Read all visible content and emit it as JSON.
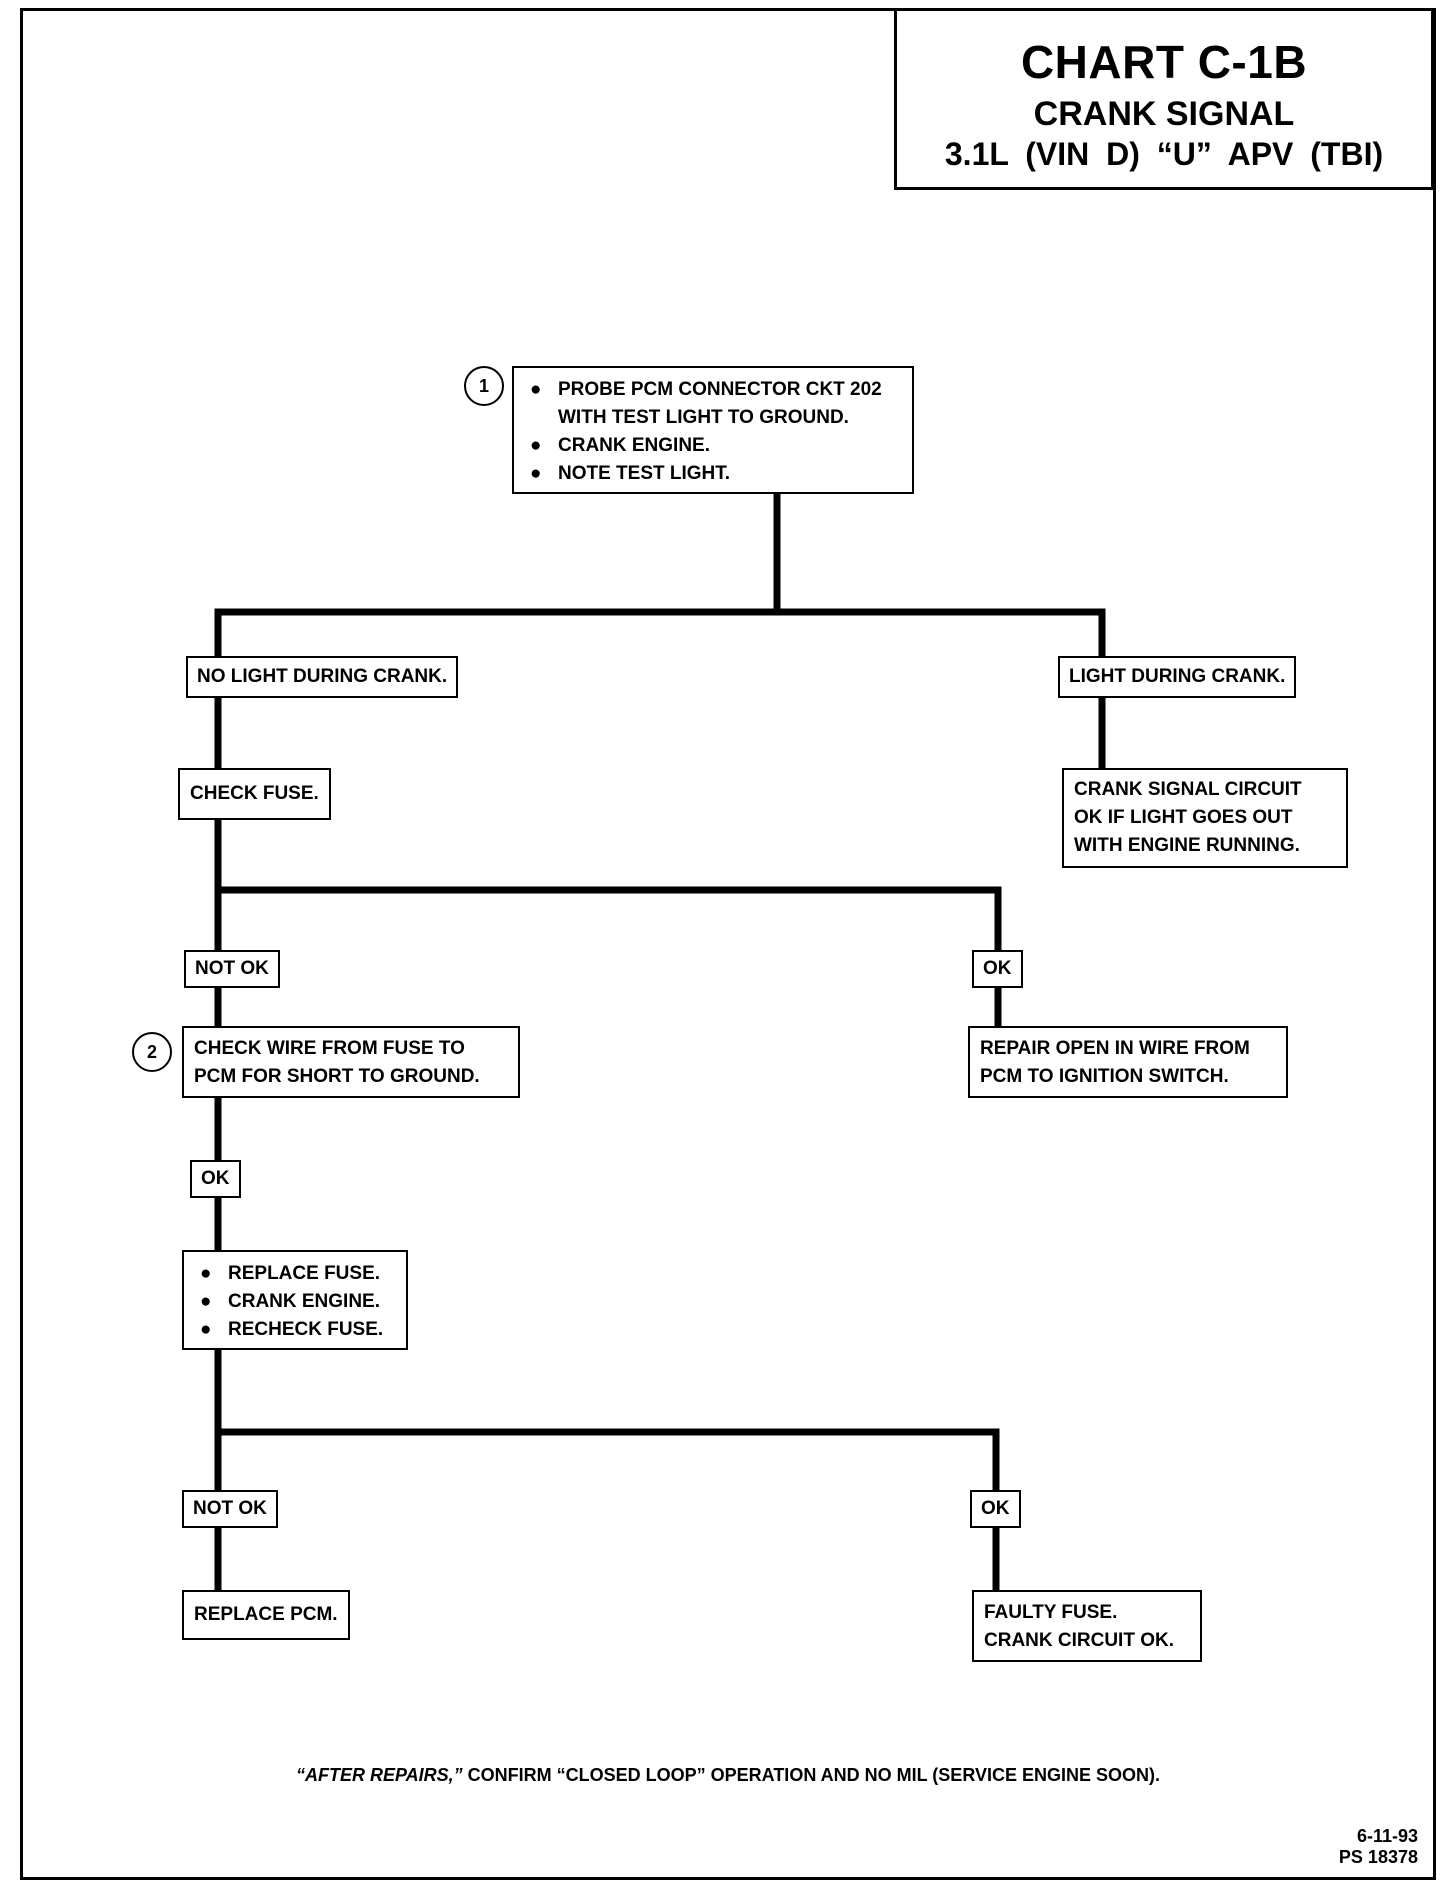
{
  "header": {
    "title": "CHART C-1B",
    "subtitle": "CRANK SIGNAL",
    "vehicle": "3.1L (VIN D) “U” APV (TBI)"
  },
  "steps": {
    "step1_number": "1",
    "step1_items": [
      "PROBE PCM CONNECTOR CKT 202",
      "WITH TEST LIGHT TO GROUND.",
      "CRANK ENGINE.",
      "NOTE TEST LIGHT."
    ],
    "no_light": "NO LIGHT DURING CRANK.",
    "light": "LIGHT DURING CRANK.",
    "crank_ok": [
      "CRANK SIGNAL CIRCUIT",
      "OK IF LIGHT GOES OUT",
      "WITH ENGINE RUNNING."
    ],
    "check_fuse": "CHECK FUSE.",
    "not_ok_1": "NOT OK",
    "ok_1": "OK",
    "step2_number": "2",
    "check_wire": [
      "CHECK WIRE FROM FUSE TO",
      "PCM FOR SHORT TO GROUND."
    ],
    "repair_open": [
      "REPAIR OPEN IN WIRE FROM",
      "PCM TO IGNITION SWITCH."
    ],
    "ok_2": "OK",
    "replace_items": [
      "REPLACE FUSE.",
      "CRANK ENGINE.",
      "RECHECK FUSE."
    ],
    "not_ok_2": "NOT OK",
    "ok_3": "OK",
    "replace_pcm": "REPLACE PCM.",
    "faulty_fuse": [
      "FAULTY FUSE.",
      "CRANK CIRCUIT OK."
    ]
  },
  "footer": {
    "note_prefix": "“AFTER REPAIRS,”",
    "note_rest": " CONFIRM “CLOSED LOOP” OPERATION AND NO MIL (SERVICE ENGINE SOON).",
    "date": "6-11-93",
    "ref": "PS 18378"
  }
}
